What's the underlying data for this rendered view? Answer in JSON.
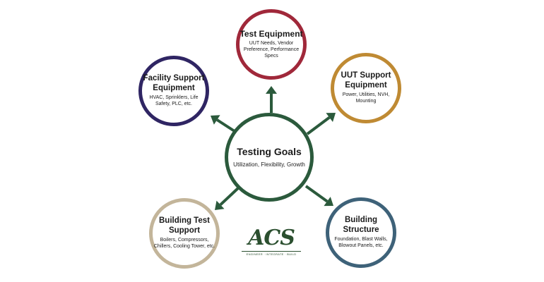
{
  "colors": {
    "arrow": "#2b5a3c",
    "center": "#2b5a3c",
    "test_equipment": "#a0283a",
    "facility_support": "#2f2563",
    "uut_support": "#bf8a33",
    "building_test_support": "#c3b59a",
    "building_structure": "#3e6279",
    "logo": "#2b4f2f"
  },
  "center": {
    "title": "Testing Goals",
    "desc": "Utilization, Flexibility, Growth"
  },
  "nodes": {
    "test_equipment": {
      "title": "Test Equipment",
      "desc": "UUT Needs, Vendor Preference, Performance Specs"
    },
    "facility_support": {
      "title": "Facility Support Equipment",
      "desc": "HVAC, Sprinklers, Life Safety, PLC, etc."
    },
    "uut_support": {
      "title": "UUT Support Equipment",
      "desc": "Power, Utilities, NVH, Mounting"
    },
    "building_test_support": {
      "title": "Building Test Support",
      "desc": "Boilers, Compressors, Chillers, Cooling Tower, etc."
    },
    "building_structure": {
      "title": "Building Structure",
      "desc": "Foundation, Blast Walls, Blowout Panels, etc."
    }
  },
  "logo": {
    "wordmark": "ACS",
    "tagline": "ENGINEER · INTEGRATE · BUILD"
  }
}
